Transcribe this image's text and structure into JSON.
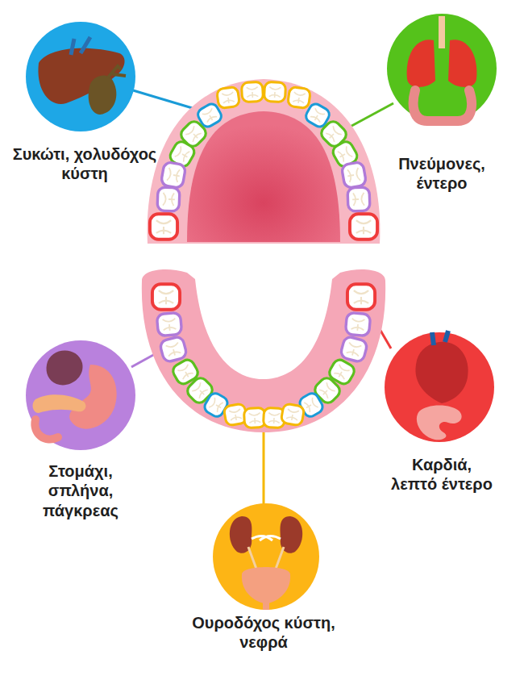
{
  "diagram": {
    "nodes": [
      {
        "text": [
          "Συκώτι, χολυδόχος κύστη"
        ]
      },
      {
        "text": [
          "Πνεύμονες, έντερο"
        ]
      },
      {
        "text": [
          "Στομάχι, σπλήνα, πάγκρεας"
        ]
      },
      {
        "text": [
          "Καρδιά, λεπτό έντερο"
        ]
      },
      {
        "text": [
          "Ουροδόχος κύστη, νεφρά"
        ]
      }
    ]
  }
}
